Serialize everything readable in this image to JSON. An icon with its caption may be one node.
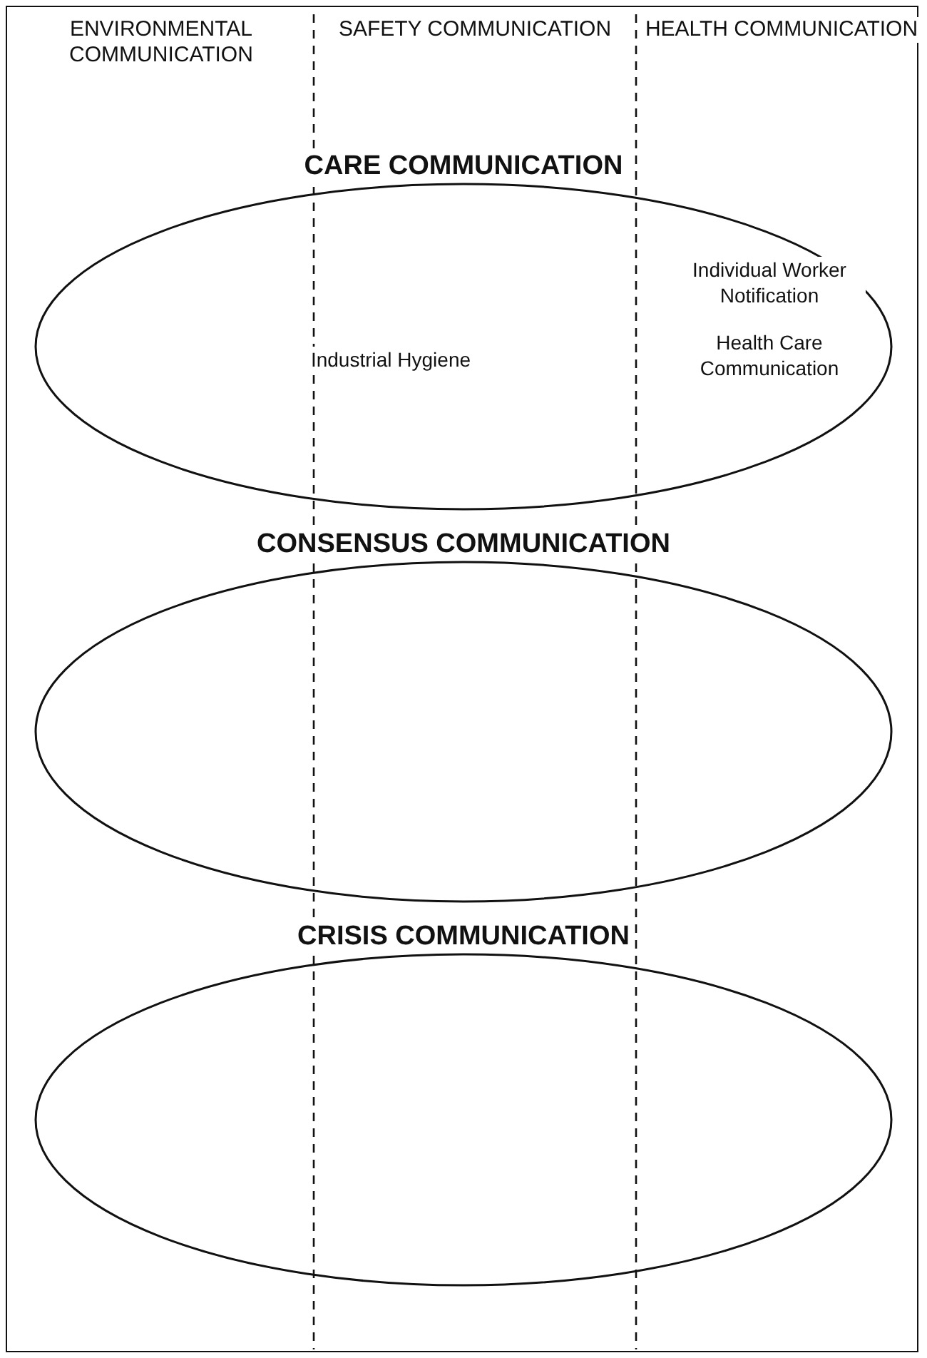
{
  "diagram": {
    "nodes": [
      {
        "text": [
          "CARE COMMUNICATION",
          "Industrial Hygiene",
          "Individual Worker Notification",
          "Health Care Communication"
        ]
      },
      {
        "text": [
          "CONSENSUS COMMUNICATION"
        ]
      },
      {
        "text": [
          "CRISIS COMMUNICATION"
        ]
      }
    ],
    "labels": [
      "ENVIRONMENTAL COMMUNICATION",
      "SAFETY COMMUNICATION",
      "HEALTH COMMUNICATION"
    ]
  }
}
